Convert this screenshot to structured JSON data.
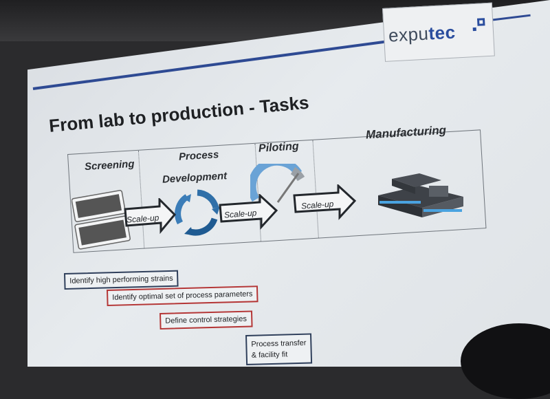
{
  "logo": {
    "part1": "expu",
    "part2": "tec",
    "mark_icon": "exputec-mark-icon"
  },
  "slide": {
    "title": "From lab to production - Tasks",
    "stages": [
      {
        "label": "Screening",
        "icon": "microplate-icon"
      },
      {
        "label_line1": "Process",
        "label_line2": "Development",
        "icon": "cycle-arrows-icon"
      },
      {
        "label": "Piloting",
        "icon": "gauge-icon"
      },
      {
        "label": "Manufacturing",
        "icon": "plant-equipment-icon"
      }
    ],
    "arrows": [
      {
        "label": "Scale-up"
      },
      {
        "label": "Scale-up"
      },
      {
        "label": "Scale-up"
      }
    ],
    "tasks": [
      {
        "text": "Identify high performing strains",
        "border": "#2f3f5b"
      },
      {
        "text": "Identify optimal set of process parameters",
        "border": "#b43636"
      },
      {
        "text": "Define control strategies",
        "border": "#b43636"
      },
      {
        "line1": "Process transfer",
        "line2": "& facility fit",
        "border": "#2f3f5b"
      }
    ]
  },
  "colors": {
    "accent_blue": "#2e4a93",
    "cycle_blue": "#2f6fa8",
    "highlight_red": "#b43636"
  }
}
